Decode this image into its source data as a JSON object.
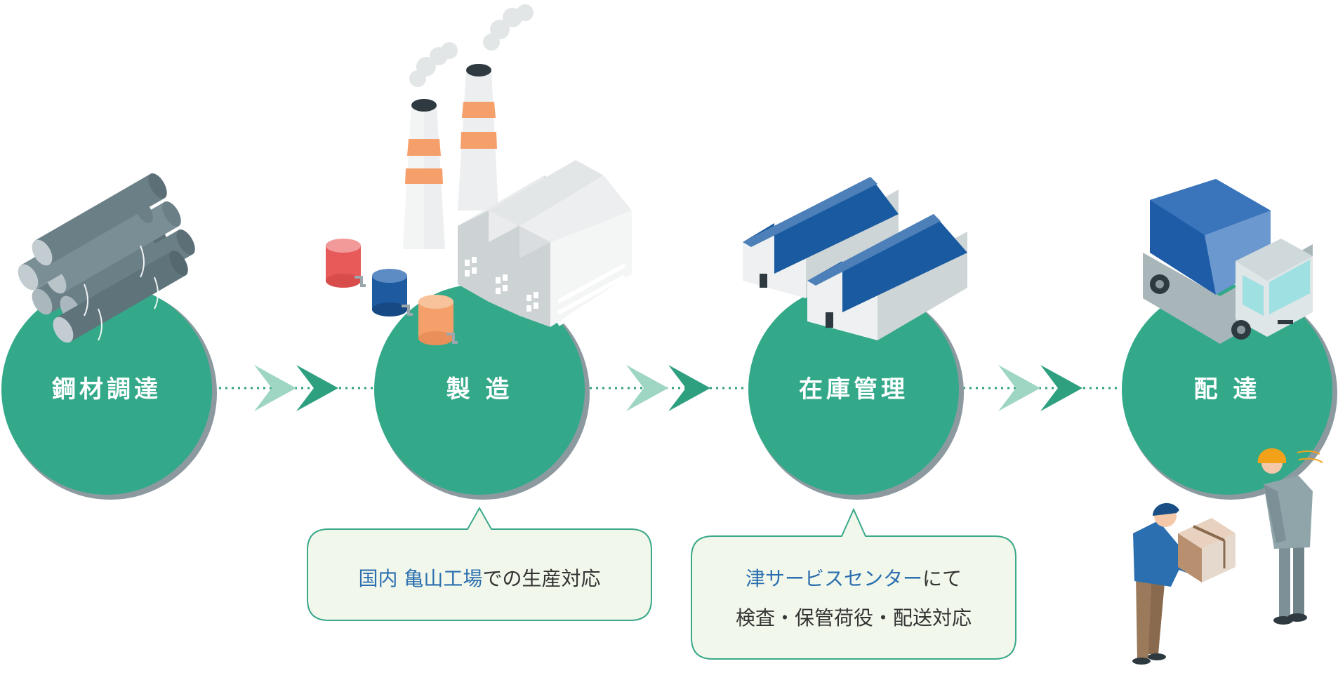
{
  "steps": [
    {
      "id": "procurement",
      "label": "鋼材調達"
    },
    {
      "id": "manufacturing",
      "label": "製 造"
    },
    {
      "id": "inventory",
      "label": "在庫管理"
    },
    {
      "id": "delivery",
      "label": "配 達"
    }
  ],
  "callouts": {
    "manufacturing": {
      "line1": [
        {
          "text": "国内 亀山工場",
          "highlight": true
        },
        {
          "text": "での生産対応",
          "highlight": false
        }
      ]
    },
    "inventory": {
      "line1": [
        {
          "text": "津サービスセンター",
          "highlight": true
        },
        {
          "text": "にて",
          "highlight": false
        }
      ],
      "line2": "検査・保管荷役・配送対応"
    }
  },
  "colors": {
    "circle": "#33a98a",
    "circle_shadow": "#8c9aa0",
    "arrow_dark": "#2e9f7f",
    "arrow_light": "#9fd6c3",
    "callout_bg": "#f1f7ea",
    "callout_border": "#3aa88a",
    "highlight_text": "#2b6fb0",
    "warehouse_roof": "#1a5aa0"
  },
  "icons": [
    "steel-pipes-icon",
    "factory-icon",
    "warehouse-icon",
    "truck-icon",
    "delivery-workers-icon"
  ]
}
